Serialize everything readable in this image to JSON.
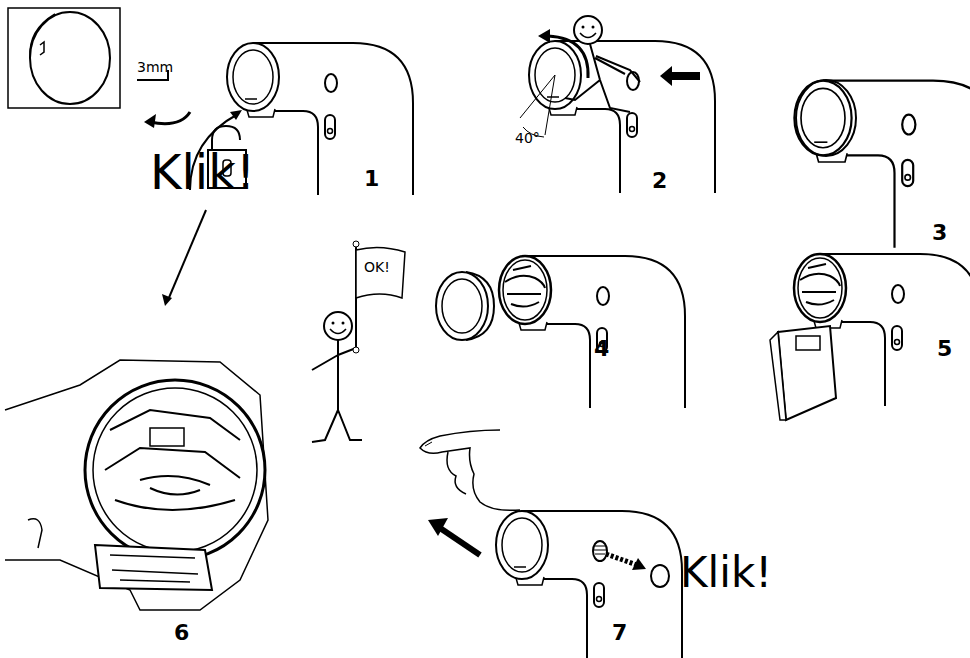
{
  "diagram": {
    "labels": [
      "3mm",
      "1",
      "40°",
      "2",
      "3",
      "Klik!",
      "OK!",
      "4",
      "5",
      "6",
      "Klik!",
      "7"
    ]
  }
}
